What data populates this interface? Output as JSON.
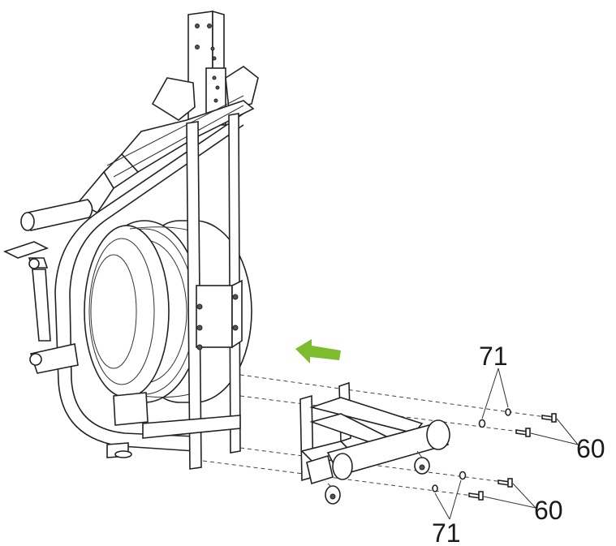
{
  "callouts": {
    "washer_top": "71",
    "bolt_top": "60",
    "bolt_bottom": "60",
    "washer_bottom": "71"
  },
  "colors": {
    "arrow": "#7dbb2f",
    "line": "#222222"
  }
}
